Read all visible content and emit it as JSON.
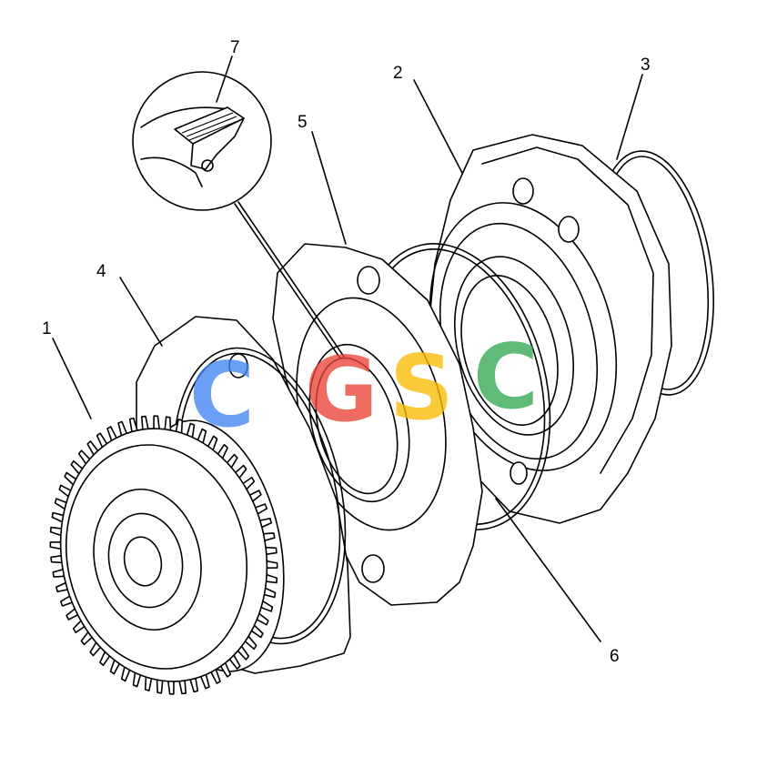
{
  "callouts": {
    "c1": "1",
    "c2": "2",
    "c3": "3",
    "c4": "4",
    "c5": "5",
    "c6": "6",
    "c7": "7"
  },
  "watermark": {
    "letters": [
      "C",
      "G",
      "S",
      "C"
    ],
    "colors": [
      "#4285F4",
      "#EA4335",
      "#FBBC05",
      "#34A853"
    ]
  },
  "line_color": "#000000",
  "background_color": "#ffffff"
}
